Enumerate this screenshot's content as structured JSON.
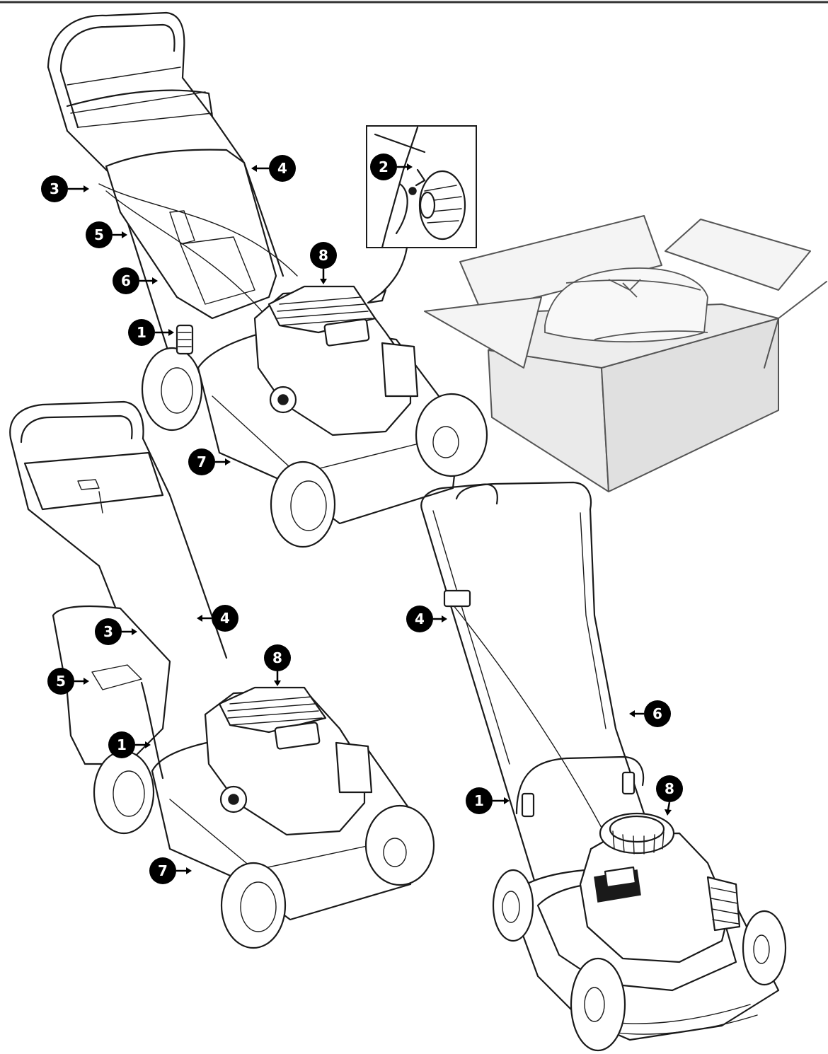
{
  "figure": {
    "callouts": {
      "mower_a": [
        {
          "label": "1"
        },
        {
          "label": "3"
        },
        {
          "label": "4"
        },
        {
          "label": "5"
        },
        {
          "label": "6"
        },
        {
          "label": "7"
        },
        {
          "label": "8"
        }
      ],
      "detail_inset": [
        {
          "label": "2"
        }
      ],
      "mower_b": [
        {
          "label": "1"
        },
        {
          "label": "3"
        },
        {
          "label": "4"
        },
        {
          "label": "5"
        },
        {
          "label": "7"
        },
        {
          "label": "8"
        }
      ],
      "mower_c": [
        {
          "label": "1"
        },
        {
          "label": "4"
        },
        {
          "label": "6"
        },
        {
          "label": "8"
        }
      ]
    }
  }
}
